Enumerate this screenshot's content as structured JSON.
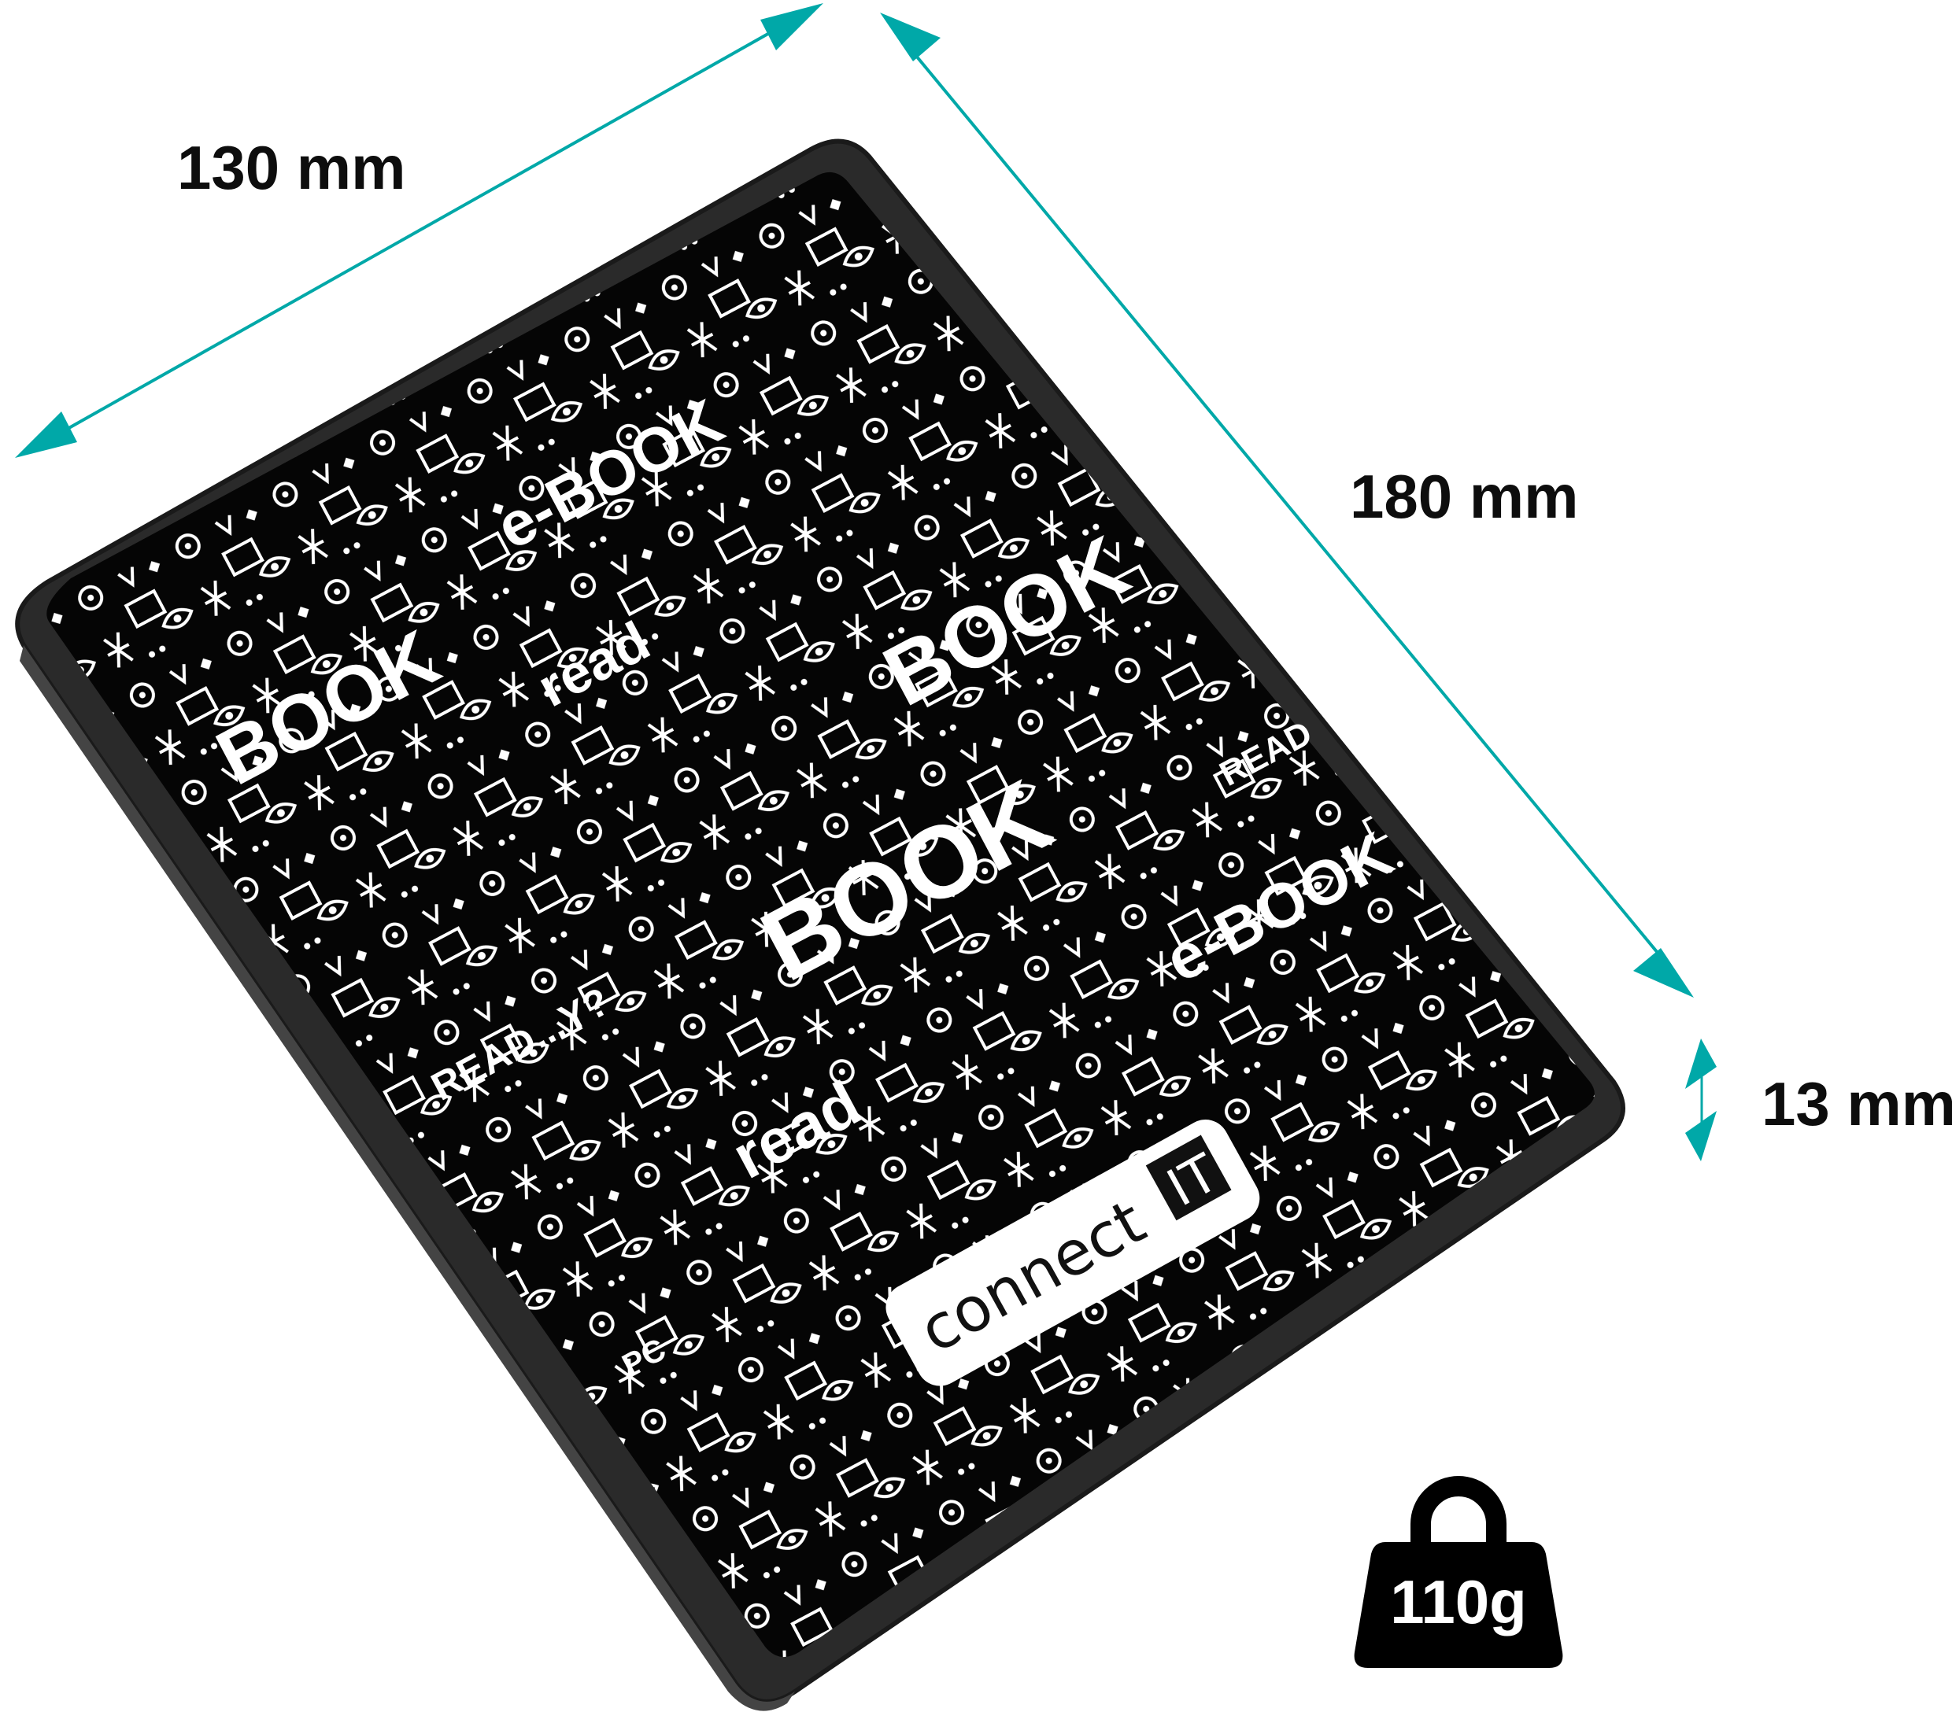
{
  "dimensions": {
    "width_label": "130 mm",
    "height_label": "180 mm",
    "depth_label": "13 mm",
    "weight_label": "110g"
  },
  "logo": {
    "text": "connect",
    "badge": "IT"
  },
  "pattern_words": [
    "BOOK",
    "e-BOOK",
    "read",
    "READ...Y?",
    "BOOK",
    "read",
    "e-BOOK",
    "BOOK",
    "READ",
    "PC"
  ],
  "colors": {
    "arrow": "#00A8A8",
    "case": "#2a2a2a",
    "cover": "#050505",
    "ink": "#ffffff"
  }
}
